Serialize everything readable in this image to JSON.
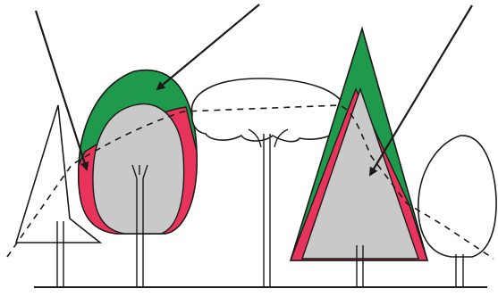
{
  "diagram": {
    "colors": {
      "background": "#ffffff",
      "outline": "#1a1a1a",
      "green_region": "#1f9a4c",
      "red_region": "#e8345a",
      "grey_region": "#c9c9c9",
      "canopy_fill": "#ffffff"
    },
    "trees": [
      {
        "name": "small-conifer",
        "shape": "triangle-crown"
      },
      {
        "name": "broadleaf-tree",
        "shape": "oval-crown-with-layers"
      },
      {
        "name": "umbrella-tree",
        "shape": "umbrella-crown"
      },
      {
        "name": "tall-conifer",
        "shape": "triangle-crown-with-layers"
      },
      {
        "name": "small-broadleaf",
        "shape": "oval-crown"
      }
    ],
    "arrows_count": 3,
    "line_styles": {
      "canopy_envelope": "dashed",
      "ground": "solid"
    }
  }
}
